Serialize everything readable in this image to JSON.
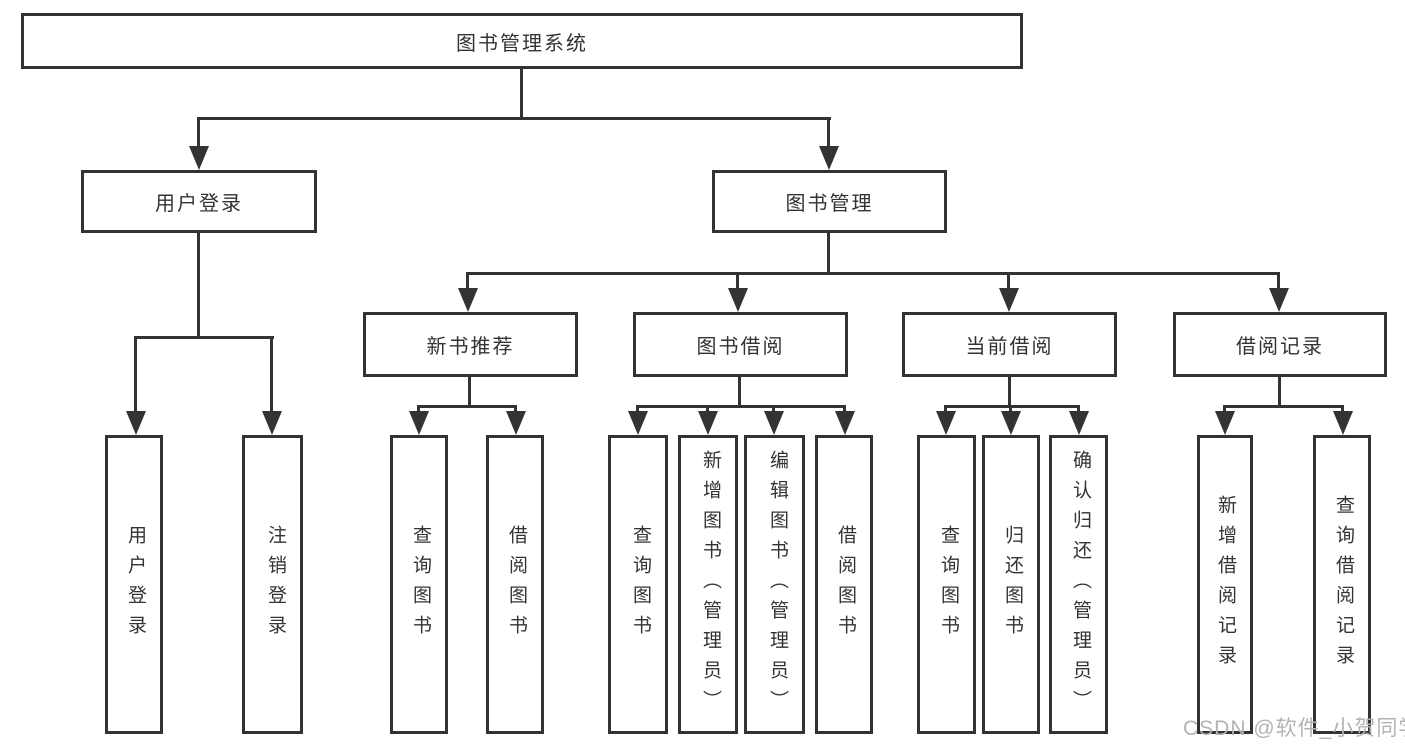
{
  "tree": {
    "label": "图书管理系统",
    "children": [
      {
        "label": "用户登录",
        "children": [
          {
            "label": "用户登录"
          },
          {
            "label": "注销登录"
          }
        ]
      },
      {
        "label": "图书管理",
        "children": [
          {
            "label": "新书推荐",
            "children": [
              {
                "label": "查询图书"
              },
              {
                "label": "借阅图书"
              }
            ]
          },
          {
            "label": "图书借阅",
            "children": [
              {
                "label": "查询图书"
              },
              {
                "label": "新增图书（管理员）"
              },
              {
                "label": "编辑图书（管理员）"
              },
              {
                "label": "借阅图书"
              }
            ]
          },
          {
            "label": "当前借阅",
            "children": [
              {
                "label": "查询图书"
              },
              {
                "label": "归还图书"
              },
              {
                "label": "确认归还（管理员）"
              }
            ]
          },
          {
            "label": "借阅记录",
            "children": [
              {
                "label": "新增借阅记录"
              },
              {
                "label": "查询借阅记录"
              }
            ]
          }
        ]
      }
    ]
  },
  "watermark": "CSDN @软件_小贺同学",
  "colors": {
    "line": "#333333",
    "border": "#323232",
    "text": "#333333",
    "watermark": "#b3b3b3",
    "background": "#ffffff"
  }
}
